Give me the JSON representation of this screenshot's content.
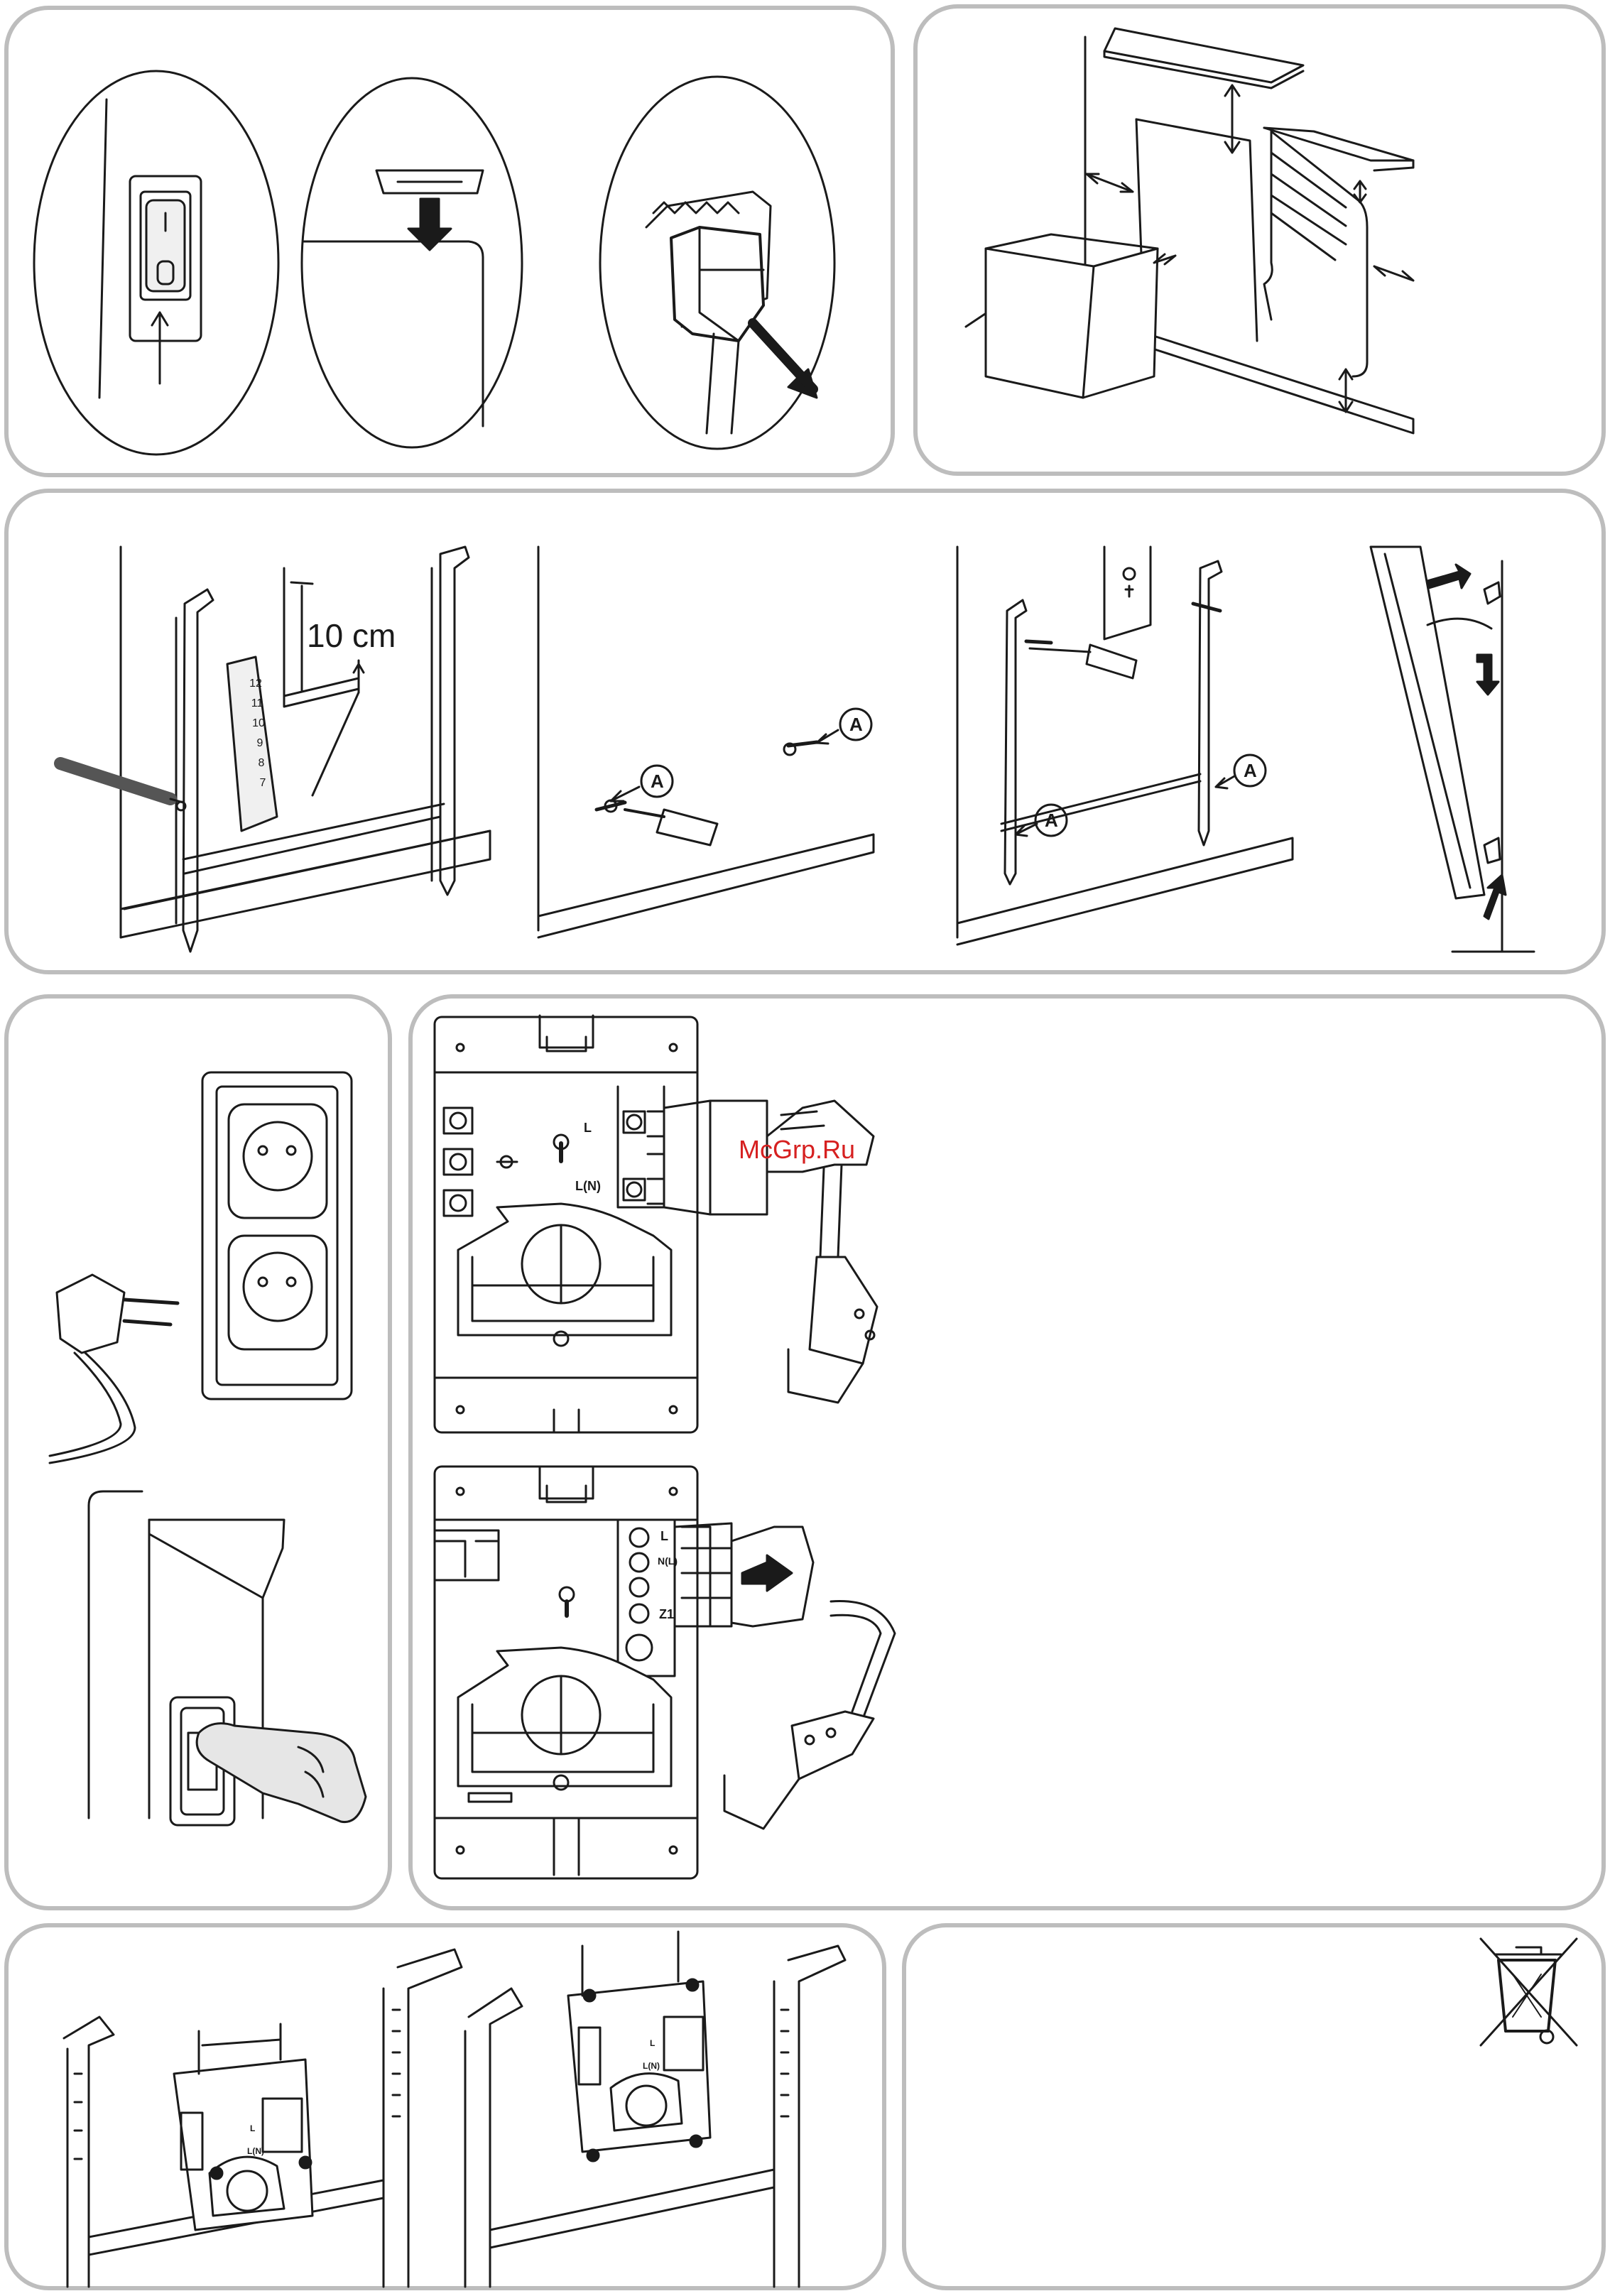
{
  "labels": {
    "distance": "10 cm",
    "bracket_scale": [
      "12",
      "11",
      "10",
      "9",
      "8",
      "7"
    ],
    "fixing_point": "A",
    "terminal_L": "L",
    "terminal_LN": "L(N)",
    "terminal_NL": "N(L)",
    "terminal_Z1": "Z1",
    "small_L": "L",
    "small_LN": "L(N)"
  },
  "watermark": "McGrp.Ru",
  "icons": [
    "recycle-bin-crossed-icon"
  ],
  "colors": {
    "panel_border": "#bdbdbd",
    "line": "#1a1a1a",
    "wall_fill": "#d9d9d9",
    "watermark": "#d62020"
  }
}
